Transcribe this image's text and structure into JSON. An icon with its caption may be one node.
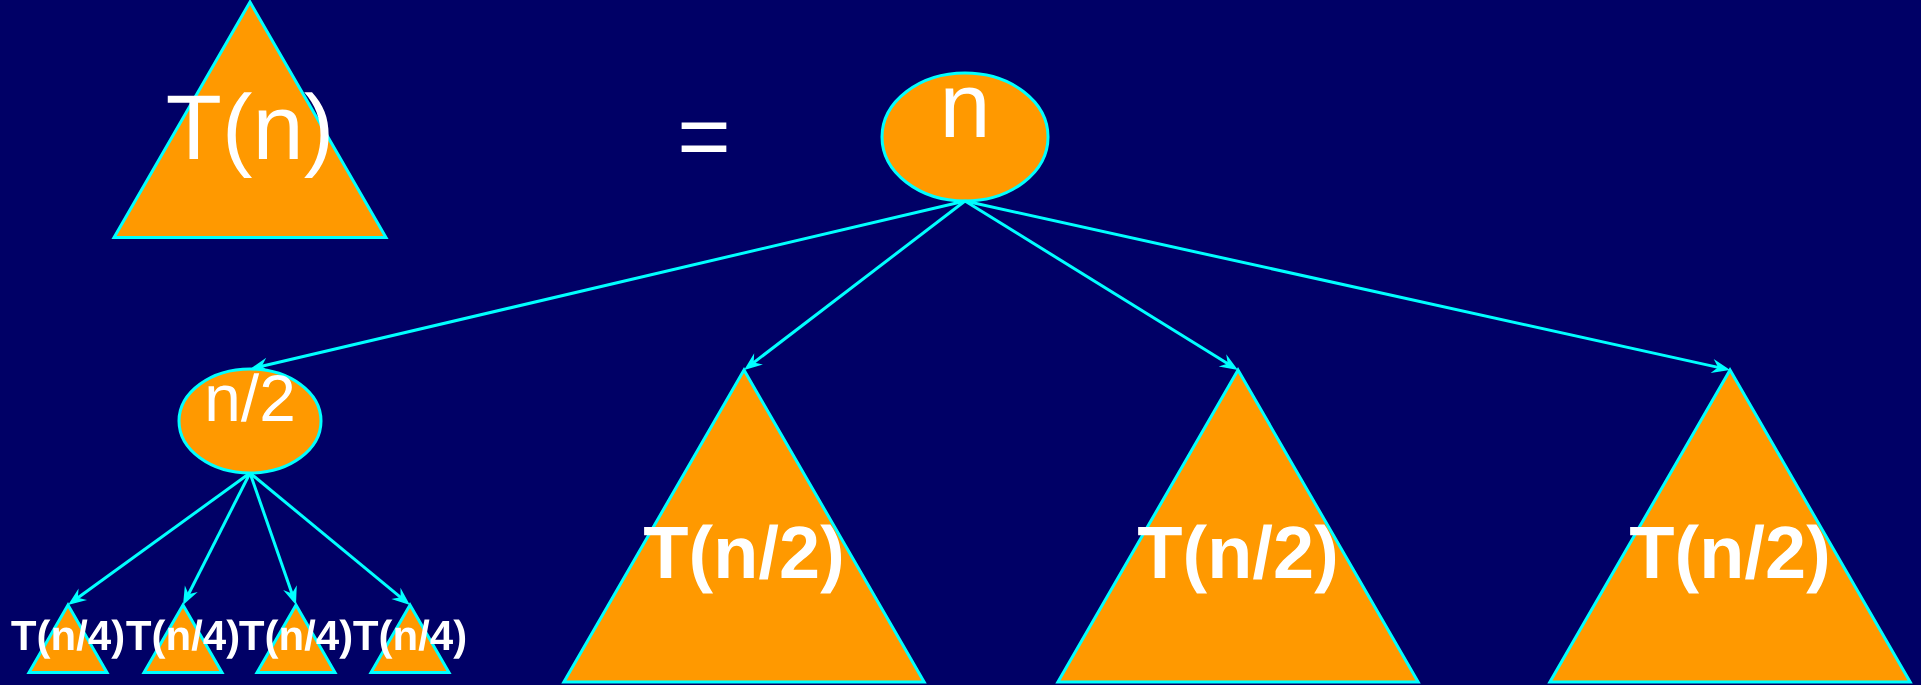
{
  "diagram": {
    "nodes": [
      {
        "text": [
          "T(n)"
        ]
      },
      {
        "text": [
          "n"
        ]
      },
      {
        "text": [
          "n/2"
        ]
      },
      {
        "text": [
          "T(n/2)"
        ]
      },
      {
        "text": [
          "T(n/2)"
        ]
      },
      {
        "text": [
          "T(n/2)"
        ]
      },
      {
        "text": [
          "T(n/4)"
        ]
      },
      {
        "text": [
          "T(n/4)"
        ]
      },
      {
        "text": [
          "T(n/4)"
        ]
      },
      {
        "text": [
          "T(n/4)"
        ]
      }
    ],
    "edges": [
      {
        "from": 1,
        "to": 2,
        "arrow": "to"
      },
      {
        "from": 1,
        "to": 3,
        "arrow": "to"
      },
      {
        "from": 1,
        "to": 4,
        "arrow": "to"
      },
      {
        "from": 1,
        "to": 5,
        "arrow": "to"
      },
      {
        "from": 2,
        "to": 6,
        "arrow": "to"
      },
      {
        "from": 2,
        "to": 7,
        "arrow": "to"
      },
      {
        "from": 2,
        "to": 8,
        "arrow": "to"
      },
      {
        "from": 2,
        "to": 9,
        "arrow": "to"
      }
    ],
    "labels": [
      "="
    ]
  }
}
